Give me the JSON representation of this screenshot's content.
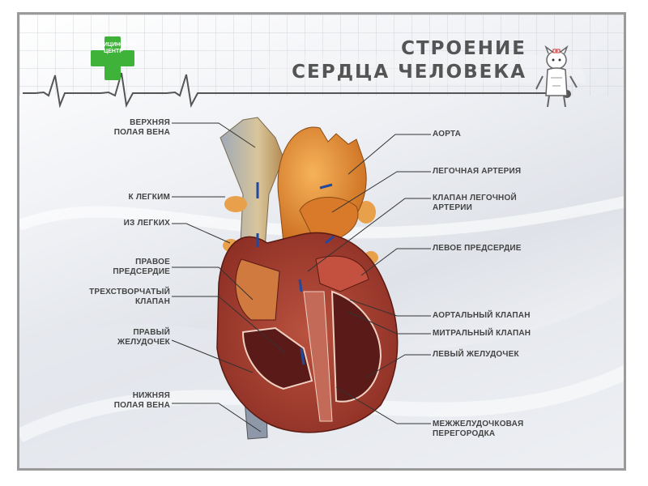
{
  "poster": {
    "title_line1": "СТРОЕНИЕ",
    "title_line2": "СЕРДЦА ЧЕЛОВЕКА",
    "logo_text": "МЕДИЦИНСКИЙ\nЦЕНТР",
    "logo_color": "#3fb23a"
  },
  "labels_left": [
    {
      "text": "ВЕРХНЯЯ\nПОЛАЯ ВЕНА"
    },
    {
      "text": "К ЛЕГКИМ"
    },
    {
      "text": "ИЗ ЛЕГКИХ"
    },
    {
      "text": "ПРАВОЕ\nПРЕДСЕРДИЕ"
    },
    {
      "text": "ТРЕХСТВОРЧАТЫЙ\nКЛАПАН"
    },
    {
      "text": "ПРАВЫЙ\nЖЕЛУДОЧЕК"
    },
    {
      "text": "НИЖНЯЯ\nПОЛАЯ ВЕНА"
    }
  ],
  "labels_right": [
    {
      "text": "АОРТА"
    },
    {
      "text": "ЛЕГОЧНАЯ АРТЕРИЯ"
    },
    {
      "text": "КЛАПАН ЛЕГОЧНОЙ\nАРТЕРИИ"
    },
    {
      "text": "ЛЕВОЕ ПРЕДСЕРДИЕ"
    },
    {
      "text": "АОРТАЛЬНЫЙ КЛАПАН"
    },
    {
      "text": "МИТРАЛЬНЫЙ КЛАПАН"
    },
    {
      "text": "ЛЕВЫЙ ЖЕЛУДОЧЕК"
    },
    {
      "text": "МЕЖЖЕЛУДОЧКОВАЯ\nПЕРЕГОРОДКА"
    }
  ]
}
